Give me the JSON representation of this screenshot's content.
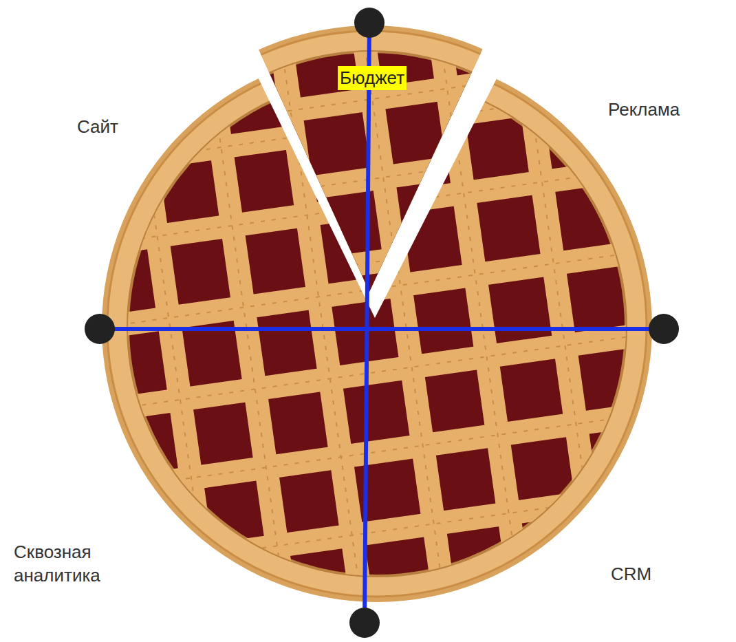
{
  "diagram": {
    "nodes": [
      {
        "text": [
          "Бюджет"
        ]
      }
    ],
    "labels": [
      "Сайт",
      "Реклама",
      "Сквозная аналитика",
      "CRM"
    ]
  }
}
